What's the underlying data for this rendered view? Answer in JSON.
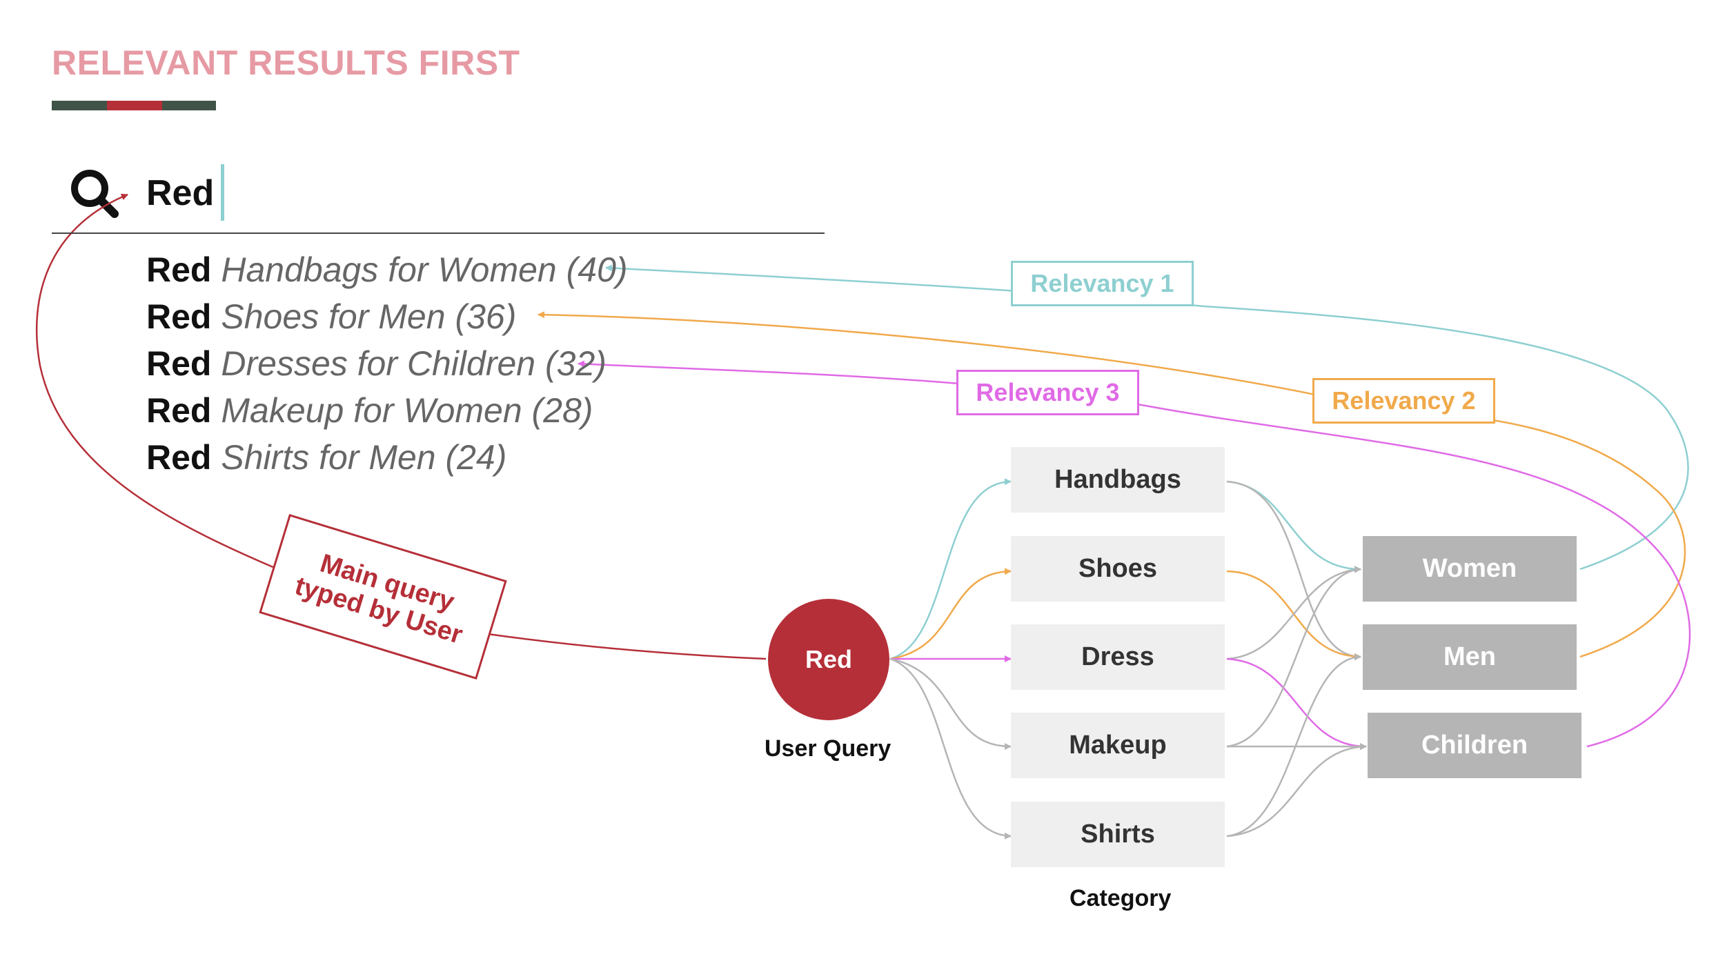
{
  "title": "RELEVANT RESULTS FIRST",
  "colors": {
    "dark_green": "#3f5447",
    "crimson": "#b52f38",
    "teal": "#8ecfd1",
    "orange": "#f0a94a",
    "magenta": "#e06ae6",
    "gray": "#b5b5b5"
  },
  "search": {
    "icon": "search-icon",
    "query": "Red"
  },
  "suggestions": [
    {
      "bold": "Red",
      "rest": "Handbags for Women (40)"
    },
    {
      "bold": "Red",
      "rest": "Shoes for Men (36)"
    },
    {
      "bold": "Red",
      "rest": "Dresses for Children (32)"
    },
    {
      "bold": "Red",
      "rest": "Makeup for Women (28)"
    },
    {
      "bold": "Red",
      "rest": "Shirts for Men (24)"
    }
  ],
  "main_query_label": {
    "line1": "Main query",
    "line2": "typed by User"
  },
  "query_node": {
    "label": "Red",
    "caption": "User Query"
  },
  "categories": [
    "Handbags",
    "Shoes",
    "Dress",
    "Makeup",
    "Shirts"
  ],
  "category_caption": "Category",
  "targets": [
    "Women",
    "Men",
    "Children"
  ],
  "relevancy": [
    "Relevancy 1",
    "Relevancy 2",
    "Relevancy 3"
  ]
}
